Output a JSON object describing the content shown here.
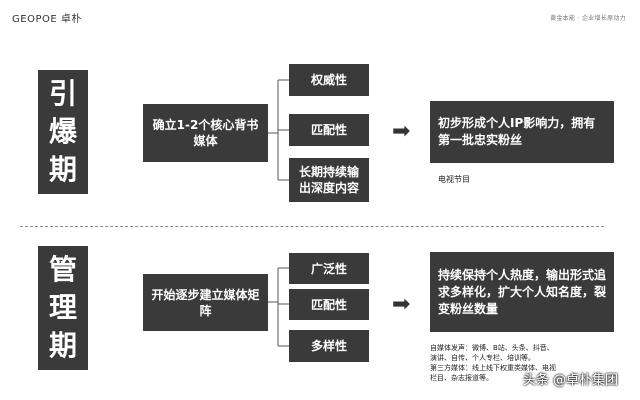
{
  "header": {
    "brand": "GEOPOE 卓朴",
    "tagline": "黄金本能 · 企业增长原动力"
  },
  "sections": [
    {
      "phase_chars": [
        "引",
        "爆",
        "期"
      ],
      "strategy": "确立1-2个核心背书媒体",
      "attributes": [
        "权威性",
        "匹配性",
        "长期持续输出深度内容"
      ],
      "outcome": "初步形成个人IP影响力，拥有第一批忠实粉丝",
      "note": "电视节目"
    },
    {
      "phase_chars": [
        "管",
        "理",
        "期"
      ],
      "strategy": "开始逐步建立媒体矩阵",
      "attributes": [
        "广泛性",
        "匹配性",
        "多样性"
      ],
      "outcome": "持续保持个人热度，输出形式追求多样化，扩大个人知名度，裂变粉丝数量",
      "note_lines": [
        "自媒体发声：微博、B站、头条、抖音、",
        "演讲、自传、个人专栏、培训等。",
        "第三方媒体：线上线下权重类媒体、电视",
        "栏目、杂志报道等。"
      ]
    }
  ],
  "arrow_glyph": "➡",
  "watermark": "头条 @卓朴集团"
}
